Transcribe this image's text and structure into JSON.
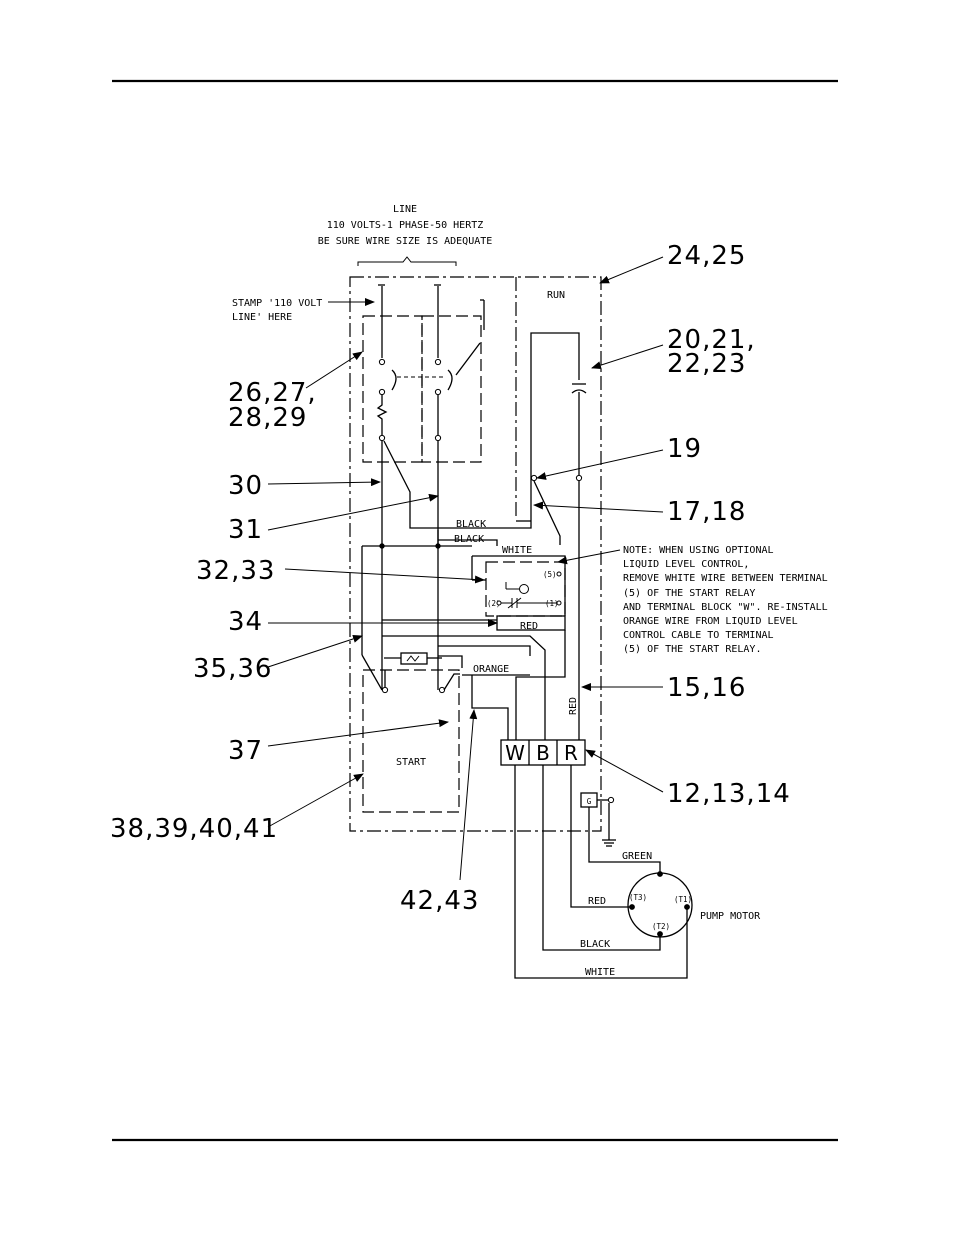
{
  "header": {
    "line": "LINE",
    "supply": "110 VOLTS-1 PHASE-50 HERTZ",
    "wire_note": "BE SURE WIRE SIZE IS ADEQUATE"
  },
  "stamp": {
    "line1": "STAMP '110 VOLT",
    "line2": "LINE' HERE"
  },
  "boxes": {
    "run": "RUN",
    "start": "START"
  },
  "wires": {
    "black1": "BLACK",
    "black2": "BLACK",
    "white_top": "WHITE",
    "red_relay": "RED",
    "orange": "ORANGE",
    "red_vertical": "RED",
    "green": "GREEN",
    "red_motor": "RED",
    "black_motor": "BLACK",
    "white_motor": "WHITE"
  },
  "relay_terminals": {
    "t5": "(5)",
    "t2": "(2)",
    "t1": "(1)"
  },
  "terminal_block": {
    "w": "W",
    "b": "B",
    "r": "R",
    "ground": "G"
  },
  "motor": {
    "label": "PUMP MOTOR",
    "t1": "(T1)",
    "t2": "(T2)",
    "t3": "(T3)"
  },
  "note": [
    "NOTE: WHEN USING OPTIONAL",
    "LIQUID LEVEL CONTROL,",
    "REMOVE WHITE WIRE BETWEEN TERMINAL",
    "(5) OF THE START RELAY",
    "AND TERMINAL BLOCK \"W\". RE-INSTALL",
    "ORANGE WIRE FROM LIQUID LEVEL",
    "CONTROL CABLE TO TERMINAL",
    "(5) OF THE START RELAY."
  ],
  "callouts": {
    "c24": "24,25",
    "c20a": "20,21,",
    "c20b": "22,23",
    "c19": "19",
    "c17": "17,18",
    "c26a": "26,27,",
    "c26b": "28,29",
    "c30": "30",
    "c31": "31",
    "c32": "32,33",
    "c34": "34",
    "c35": "35,36",
    "c15": "15,16",
    "c37": "37",
    "c12": "12,13,14",
    "c38": "38,39,40,41",
    "c42": "42,43"
  }
}
